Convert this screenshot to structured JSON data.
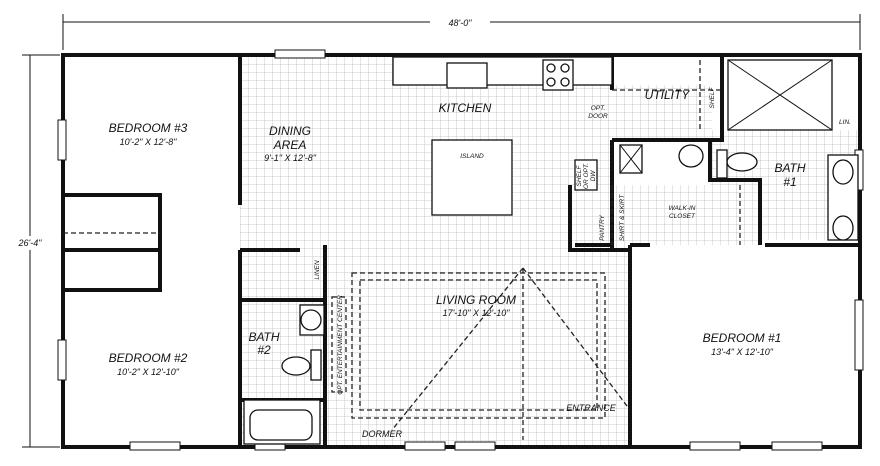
{
  "dimensions": {
    "width": "48'-0\"",
    "depth": "26'-4\""
  },
  "rooms": {
    "bedroom3": {
      "name": "BEDROOM #3",
      "size": "10'-2\" X 12'-8\""
    },
    "bedroom2": {
      "name": "BEDROOM #2",
      "size": "10'-2\" X 12'-10\""
    },
    "bedroom1": {
      "name": "BEDROOM #1",
      "size": "13'-4\" X 12'-10\""
    },
    "dining": {
      "name_line1": "DINING",
      "name_line2": "AREA",
      "size": "9'-1\" X 12'-8\""
    },
    "kitchen": {
      "name": "KITCHEN"
    },
    "island": {
      "name": "ISLAND"
    },
    "utility": {
      "name": "UTILITY"
    },
    "bath1": {
      "name_line1": "BATH",
      "name_line2": "#1"
    },
    "bath2": {
      "name_line1": "BATH",
      "name_line2": "#2"
    },
    "living": {
      "name": "LIVING ROOM",
      "size": "17'-10\" X 12'-10\""
    },
    "walkin": {
      "name_line1": "WALK-IN",
      "name_line2": "CLOSET"
    }
  },
  "notes": {
    "opt_door_line1": "OPT.",
    "opt_door_line2": "DOOR",
    "shelf": "SHELF",
    "lin": "LIN.",
    "linen": "LINEN",
    "pantry": "PANTRY",
    "shirt_skirt": "SHIRT & SKIRT",
    "shelf_opt_dw_line1": "SHELF",
    "shelf_opt_dw_line2": "OR OPT.",
    "shelf_opt_dw_line3": "DW",
    "entertainment": "OPT. ENTERTAINMENT CENTER",
    "entrance": "ENTRANCE",
    "dormer": "DORMER"
  }
}
